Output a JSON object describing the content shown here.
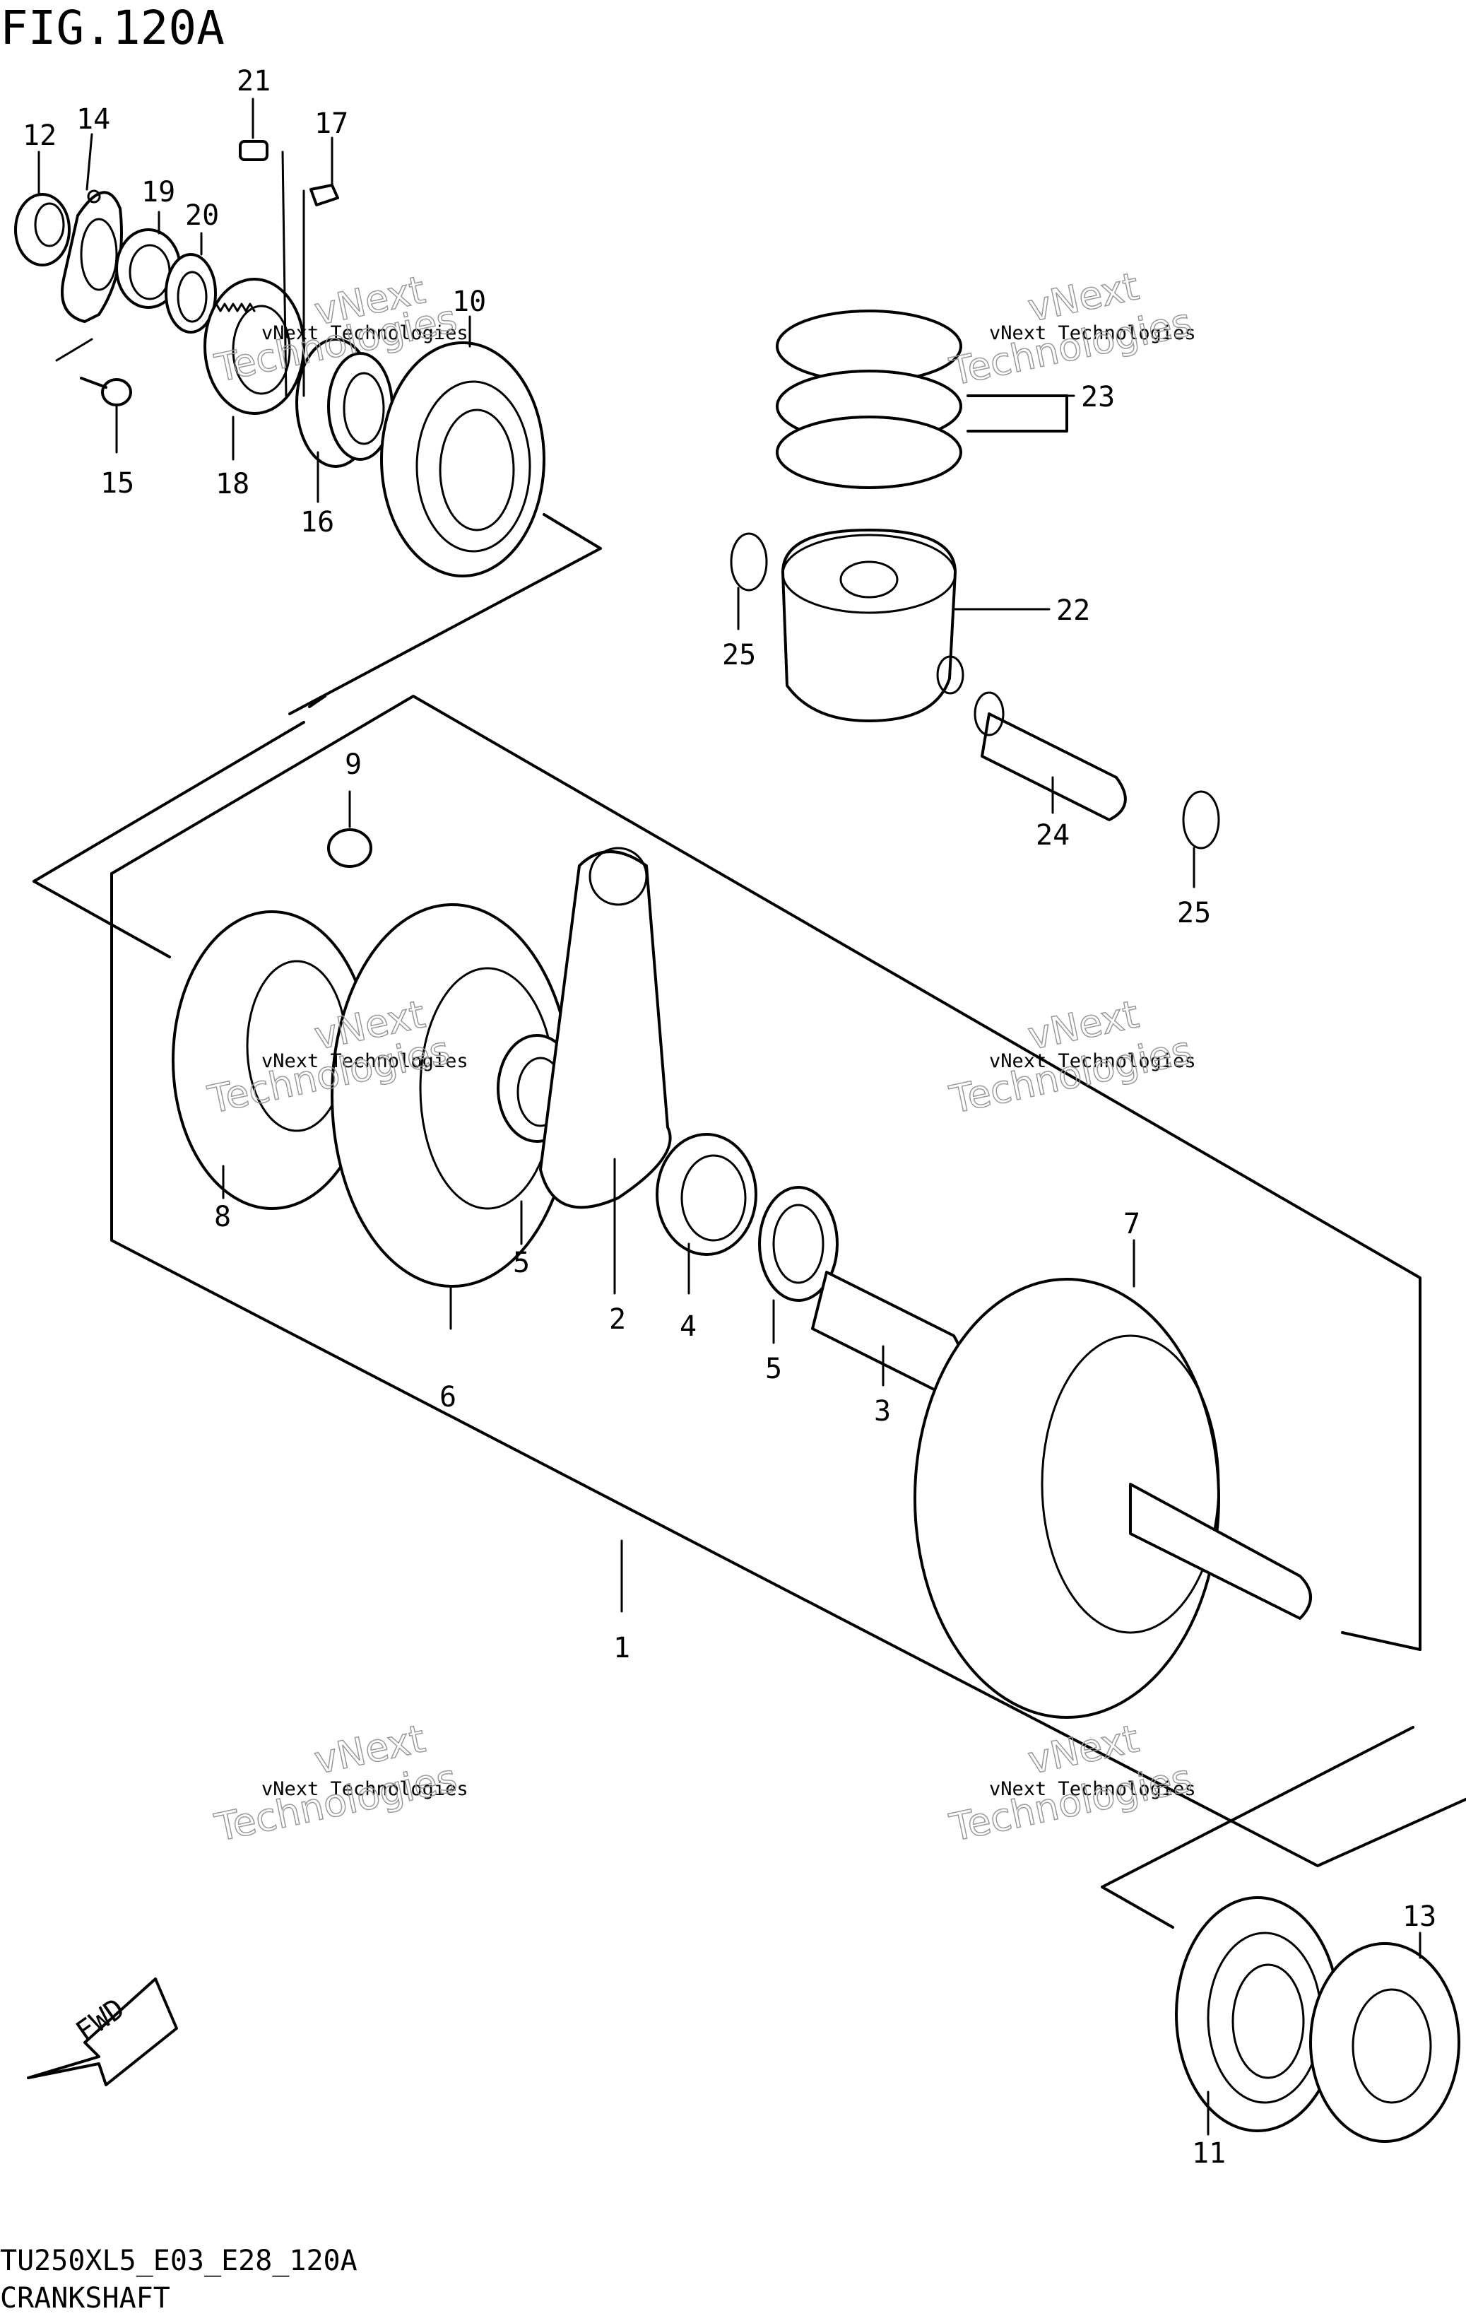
{
  "figure": {
    "title": "FIG.120A",
    "code": "TU250XL5_E03_E28_120A",
    "caption": "CRANKSHAFT",
    "fwd_label": "FWD"
  },
  "watermark": {
    "line1": "vNext Technologies",
    "line2": "Technologies",
    "line3": "vNext"
  },
  "callouts": [
    {
      "id": "c1",
      "label": "1"
    },
    {
      "id": "c2",
      "label": "2"
    },
    {
      "id": "c3",
      "label": "3"
    },
    {
      "id": "c4",
      "label": "4"
    },
    {
      "id": "c5a",
      "label": "5"
    },
    {
      "id": "c5b",
      "label": "5"
    },
    {
      "id": "c6",
      "label": "6"
    },
    {
      "id": "c7",
      "label": "7"
    },
    {
      "id": "c8",
      "label": "8"
    },
    {
      "id": "c9",
      "label": "9"
    },
    {
      "id": "c10",
      "label": "10"
    },
    {
      "id": "c11",
      "label": "11"
    },
    {
      "id": "c12",
      "label": "12"
    },
    {
      "id": "c13",
      "label": "13"
    },
    {
      "id": "c14",
      "label": "14"
    },
    {
      "id": "c15",
      "label": "15"
    },
    {
      "id": "c16",
      "label": "16"
    },
    {
      "id": "c17",
      "label": "17"
    },
    {
      "id": "c18",
      "label": "18"
    },
    {
      "id": "c19",
      "label": "19"
    },
    {
      "id": "c20",
      "label": "20"
    },
    {
      "id": "c21",
      "label": "21"
    },
    {
      "id": "c22",
      "label": "22"
    },
    {
      "id": "c23",
      "label": "23"
    },
    {
      "id": "c24",
      "label": "24"
    },
    {
      "id": "c25a",
      "label": "25"
    },
    {
      "id": "c25b",
      "label": "25"
    }
  ]
}
